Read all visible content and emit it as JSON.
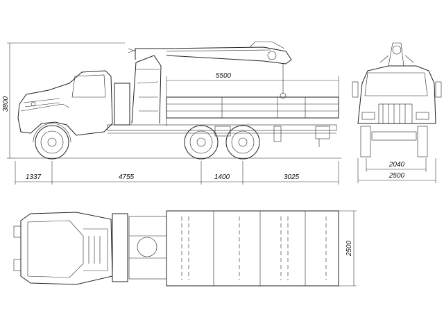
{
  "dimensions": {
    "cargo_length": "5500",
    "height": "3800",
    "front_overhang": "1337",
    "wheelbase_front": "4755",
    "rear_axle_spacing": "1400",
    "rear_overhang": "3025",
    "track_width": "2040",
    "overall_width": "2500",
    "body_width_top": "2500"
  }
}
